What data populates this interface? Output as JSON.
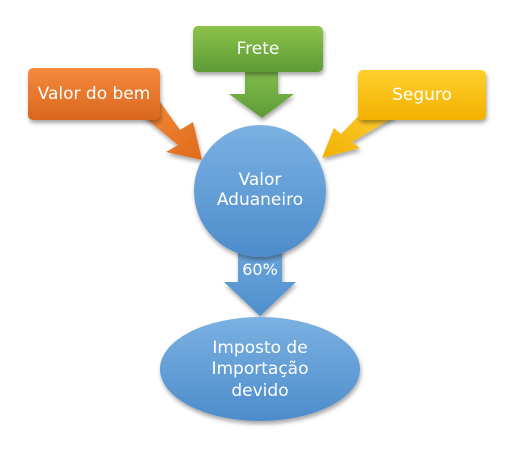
{
  "diagram": {
    "nodes": {
      "frete": {
        "label": "Frete",
        "color": "#70ad47"
      },
      "valor_do_bem": {
        "label": "Valor do bem",
        "color": "#ed7d31"
      },
      "seguro": {
        "label": "Seguro",
        "color": "#ffc000"
      },
      "valor_aduaneiro": {
        "line1": "Valor",
        "line2": "Aduaneiro",
        "color": "#5b9bd5"
      },
      "imposto": {
        "line1": "Imposto de",
        "line2": "Importação",
        "line3": "devido",
        "color": "#5b9bd5"
      }
    },
    "edges": {
      "percentage_label": "60%"
    }
  }
}
